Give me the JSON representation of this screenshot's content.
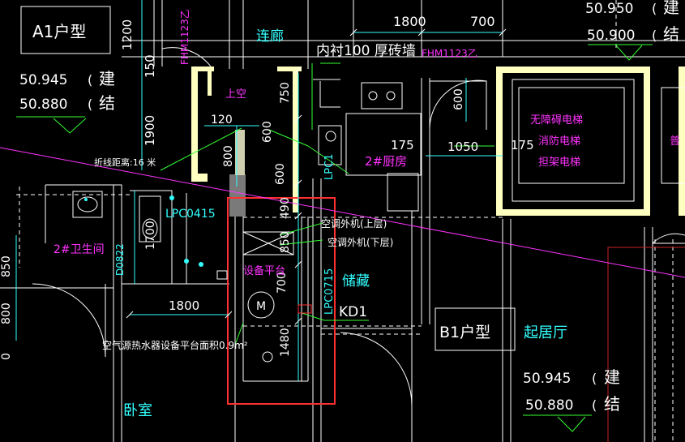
{
  "colors": {
    "background": "#000000",
    "white": "#ffffff",
    "wall_fill": "#ffffc0",
    "magenta": "#ff33ff",
    "green": "#33ff33",
    "cyan": "#33ffff",
    "highlight_red": "#ff3030",
    "dark_red": "#cc2222"
  },
  "unit_labels": {
    "a1": "A1户型",
    "b1": "B1户型"
  },
  "elevations": {
    "top_left_architectural": "50.945",
    "top_left_structural": "50.880",
    "top_right_architectural": "50.950",
    "top_right_structural": "50.900",
    "bottom_right_architectural": "50.945",
    "bottom_right_structural": "50.880",
    "architectural_mark": "建",
    "structural_mark": "结",
    "paren": "("
  },
  "dimensions": {
    "d1800_top": "1800",
    "d700_top": "700",
    "d1200": "1200",
    "d150": "150",
    "d1900": "1900",
    "d750": "750",
    "d120": "120",
    "d600_a": "600",
    "d800": "800",
    "d600_b": "600",
    "d490": "490",
    "d850": "850",
    "d700_mid": "700",
    "d1480": "1480",
    "d1800_bottom": "1800",
    "d1700": "1700",
    "d600_right": "600",
    "d175_a": "175",
    "d1050": "1050",
    "d175_b": "175",
    "d850_left": "850",
    "d800_left": "800",
    "d0_left": "0"
  },
  "room_labels": {
    "corridor": "连廊",
    "kitchen": "2#厨房",
    "bathroom": "2#卫生间",
    "storage": "储藏",
    "living_room": "起居厅",
    "bedroom": "卧室",
    "void_above": "上空",
    "equipment_platform": "设备平台",
    "elevator_barrier_free": "无障碍电梯",
    "elevator_fire": "消防电梯",
    "elevator_stretcher": "担架电梯",
    "elevator_partial": "普"
  },
  "annotations": {
    "lining_wall": "内衬100  厚砖墙",
    "fire_door_1": "FHM1123乙",
    "fire_door_2": "FHM1123乙",
    "folding_line": "折线距离:16  米",
    "ac_upper": "空调外机(上层)",
    "ac_lower": "空调外机(下层)",
    "heater_platform": "空气源热水器设备平台面积0.9m²",
    "kd1": "KD1",
    "motor": "M",
    "lpc0415": "LPC0415",
    "lpc0715": "LPC0715",
    "lpc_kitchen": "LPC1",
    "d0822": "D0822"
  }
}
